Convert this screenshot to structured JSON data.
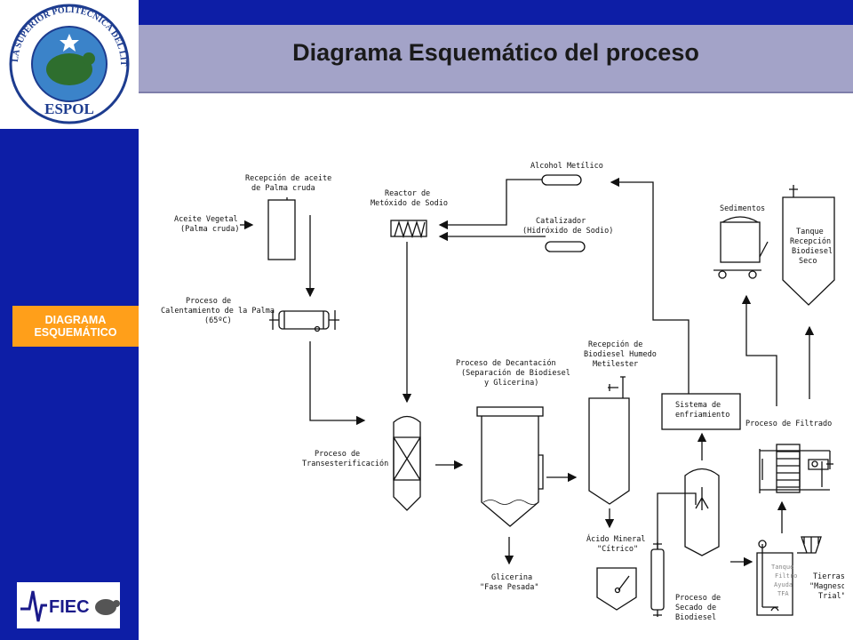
{
  "header": {
    "title": "Diagrama Esquemático del proceso"
  },
  "logo": {
    "text_top": "ESCUELA SUPERIOR POLITECNICA DEL LITORAL",
    "text_bottom": "ESPOL"
  },
  "nav": {
    "tab_label_1": "DIAGRAMA",
    "tab_label_2": "ESQUEMÁTICO"
  },
  "footer_logo": {
    "text": "FIEC"
  },
  "diagram": {
    "recepcion_aceite_1": "Recepción de aceite",
    "recepcion_aceite_2": "de Palma cruda",
    "aceite_vegetal_1": "Aceite Vegetal",
    "aceite_vegetal_2": "(Palma cruda)",
    "calentamiento_1": "Proceso de",
    "calentamiento_2": "Calentamiento de la Palma",
    "calentamiento_3": "(65ºC)",
    "reactor_1": "Reactor de",
    "reactor_2": "Metóxido de Sodio",
    "alcohol": "Alcohol Metílico",
    "catalizador_1": "Catalizador",
    "catalizador_2": "(Hidróxido de Sodio)",
    "sedimentos": "Sedimentos",
    "tanque_biodiesel_1": "Tanque",
    "tanque_biodiesel_2": "Recepción",
    "tanque_biodiesel_3": "Biodiesel",
    "tanque_biodiesel_4": "Seco",
    "transesterificacion_1": "Proceso de",
    "transesterificacion_2": "Transesterificación",
    "decantacion_1": "Proceso de Decantación",
    "decantacion_2": "(Separación de Biodiesel",
    "decantacion_3": "y Glicerina)",
    "recepcion_humedo_1": "Recepción de",
    "recepcion_humedo_2": "Biodiesel Humedo",
    "recepcion_humedo_3": "Metilester",
    "enfriamiento_1": "Sistema de",
    "enfriamiento_2": "enfriamiento",
    "filtrado": "Proceso de Filtrado",
    "glicerina_1": "Glicerina",
    "glicerina_2": "\"Fase Pesada\"",
    "acido_1": "Ácido Mineral",
    "acido_2": "\"Cítrico\"",
    "secado_1": "Proceso de",
    "secado_2": "Secado de",
    "secado_3": "Biodiesel",
    "tanque_filtro_1": "Tanque",
    "tanque_filtro_2": "Filtro",
    "tanque_filtro_3": "Ayuda",
    "tanque_filtro_4": "TFA",
    "tierras_1": "Tierras",
    "tierras_2": "\"Magnesol",
    "tierras_3": "Trial\""
  },
  "colors": {
    "sidebar": "#0d1ea6",
    "title_bar": "#a3a3c8",
    "nav_tab": "#ff9f1a"
  }
}
